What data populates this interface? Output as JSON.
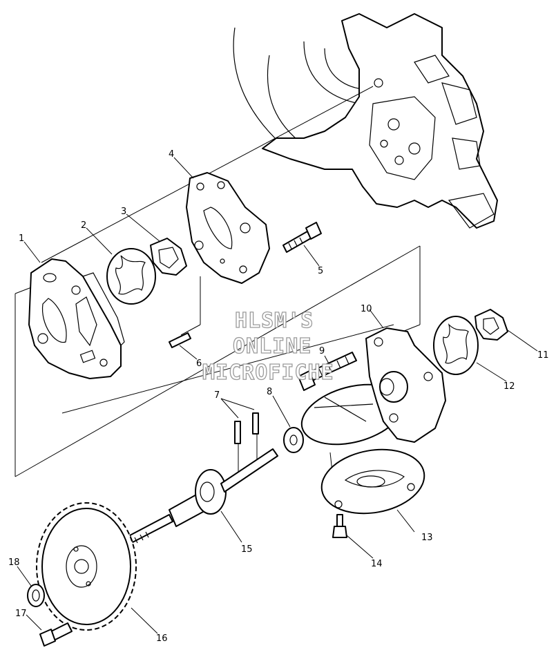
{
  "watermark": {
    "line1": "HLSM'S",
    "line2": "ONLINE",
    "line3": "MICROFICHE"
  },
  "callouts": [
    {
      "id": "1",
      "part": "pump body front plate"
    },
    {
      "id": "2",
      "part": "outer rotor"
    },
    {
      "id": "3",
      "part": "inner rotor"
    },
    {
      "id": "4",
      "part": "pump cover plate"
    },
    {
      "id": "5",
      "part": "bolt"
    },
    {
      "id": "6",
      "part": "dowel pin"
    },
    {
      "id": "7",
      "part": "pins"
    },
    {
      "id": "8",
      "part": "washer"
    },
    {
      "id": "9",
      "part": "bolt"
    },
    {
      "id": "10",
      "part": "pump housing"
    },
    {
      "id": "11",
      "part": "inner rotor"
    },
    {
      "id": "12",
      "part": "outer rotor"
    },
    {
      "id": "13",
      "part": "strainer cover"
    },
    {
      "id": "14",
      "part": "screw"
    },
    {
      "id": "15",
      "part": "pump shaft"
    },
    {
      "id": "16",
      "part": "drive gear"
    },
    {
      "id": "17",
      "part": "bolt"
    },
    {
      "id": "18",
      "part": "washer"
    }
  ]
}
